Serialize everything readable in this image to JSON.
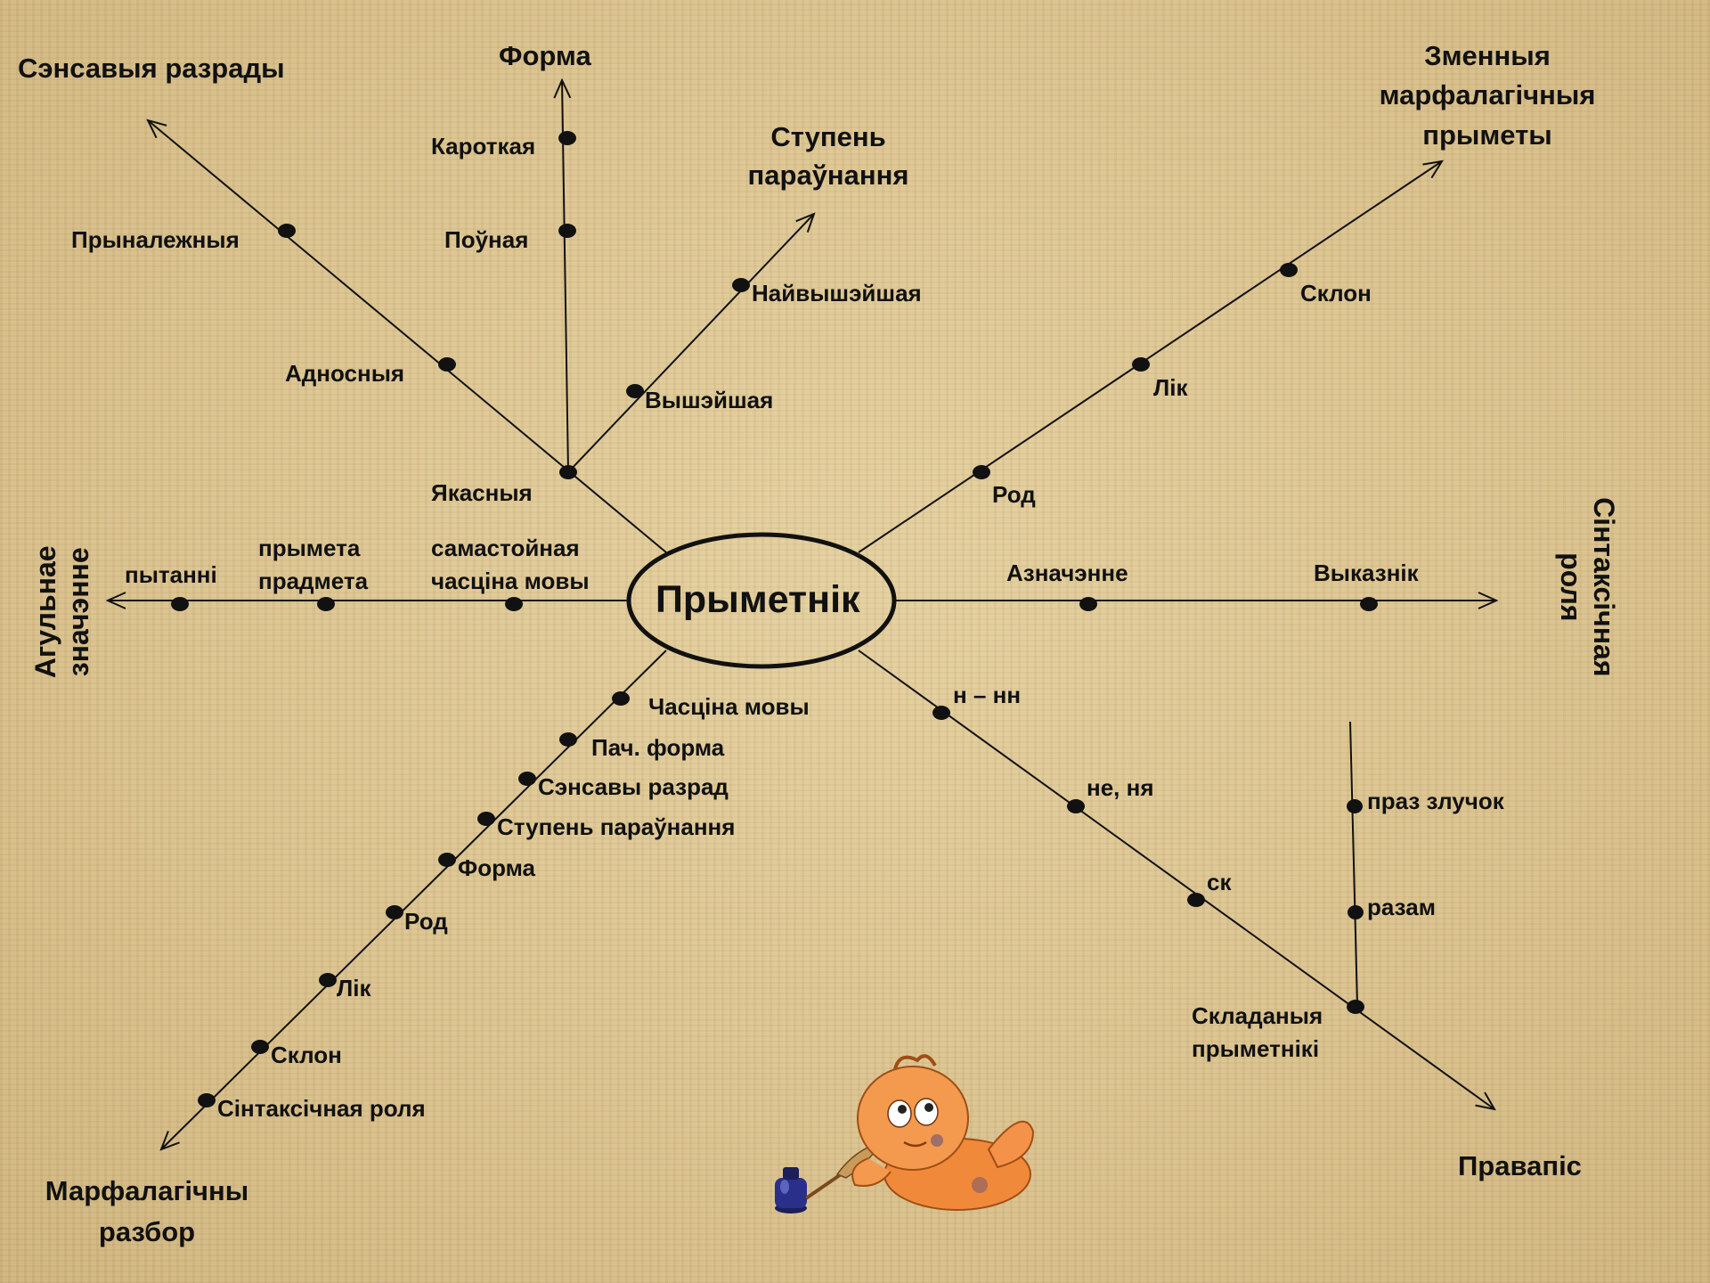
{
  "center_label": "Прыметнік",
  "branches": {
    "sensavyja": {
      "title": "Сэнсавыя разрады",
      "items": [
        "Прыналежныя",
        "Адносныя",
        "Якасныя"
      ]
    },
    "forma": {
      "title": "Форма",
      "items": [
        "Кароткая",
        "Поўная"
      ]
    },
    "stupen": {
      "title_line1": "Ступень",
      "title_line2": "параўнання",
      "items": [
        "Найвышэйшая",
        "Вышэйшая"
      ]
    },
    "zmennyja": {
      "title_line1": "Зменныя",
      "title_line2": "марфалагічныя",
      "title_line3": "прыметы",
      "items": [
        "Склон",
        "Лік",
        "Род"
      ]
    },
    "agulnae": {
      "title_line1": "Агульнае",
      "title_line2": "значэнне",
      "items": {
        "pytanni": "пытанні",
        "prymeta_line1": "прымета",
        "prymeta_line2": "прадмета",
        "samast_line1": "самастойная",
        "samast_line2": "часціна мовы"
      }
    },
    "sintaksichnaja": {
      "title_line1": "Сінтаксічная",
      "title_line2": "роля",
      "items": [
        "Азначэнне",
        "Выказнік"
      ]
    },
    "razbor": {
      "title_line1": "Марфалагічны",
      "title_line2": "разбор",
      "items": [
        "Часціна мовы",
        "Пач. форма",
        "Сэнсавы разрад",
        "Ступень параўнання",
        "Форма",
        "Род",
        "Лік",
        "Склон",
        "Сінтаксічная роля"
      ]
    },
    "pravapis": {
      "title": "Правапіс",
      "items": [
        "н – нн",
        "не, ня",
        "ск"
      ],
      "skladanyja_line1": "Складаныя",
      "skladanyja_line2": "прыметнікі",
      "sub_items": [
        "праз злучок",
        "разам"
      ]
    }
  },
  "decoration": "baby-writing-with-quill-and-inkwell"
}
